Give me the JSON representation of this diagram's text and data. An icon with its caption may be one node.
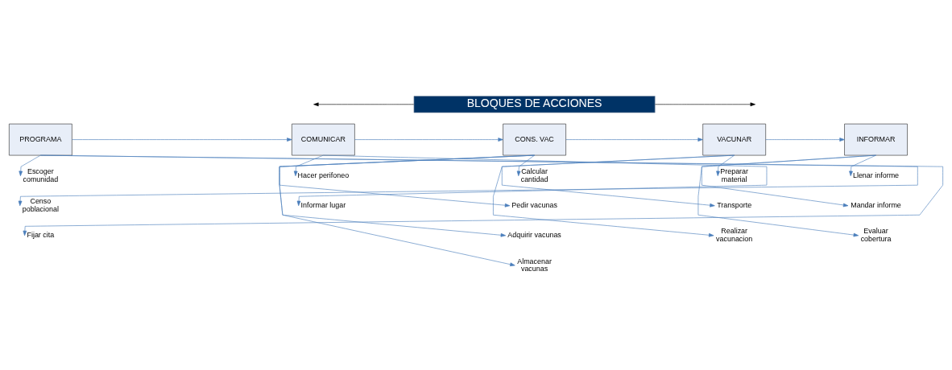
{
  "diagram": {
    "nodes": [
      {
        "text": [
          "BLOQUES DE ACCIONES"
        ]
      },
      {
        "text": [
          "PROGRAMA"
        ]
      },
      {
        "text": [
          "COMUNICAR"
        ]
      },
      {
        "text": [
          "CONS. VAC"
        ]
      },
      {
        "text": [
          "VACUNAR"
        ]
      },
      {
        "text": [
          "INFORMAR"
        ]
      },
      {
        "text": [
          "Escoger comunidad"
        ]
      },
      {
        "text": [
          "Censo poblacional"
        ]
      },
      {
        "text": [
          "Fijar cita"
        ]
      },
      {
        "text": [
          "Hacer perifoneo"
        ]
      },
      {
        "text": [
          "Informar lugar"
        ]
      },
      {
        "text": [
          "Calcular cantidad"
        ]
      },
      {
        "text": [
          "Pedir vacunas"
        ]
      },
      {
        "text": [
          "Adquirir vacunas"
        ]
      },
      {
        "text": [
          "Almacenar vacunas"
        ]
      },
      {
        "text": [
          "Preparar material"
        ]
      },
      {
        "text": [
          "Transporte"
        ]
      },
      {
        "text": [
          "Realizar vacunacion"
        ]
      },
      {
        "text": [
          "Llenar informe"
        ]
      },
      {
        "text": [
          "Mandar informe"
        ]
      },
      {
        "text": [
          "Evaluar cobertura"
        ]
      }
    ],
    "edges": [
      {
        "from": 0,
        "to": null,
        "arrow": "to",
        "color": "#000000"
      },
      {
        "from": 0,
        "to": null,
        "arrow": "to",
        "color": "#000000"
      },
      {
        "from": 1,
        "to": 2,
        "arrow": "to"
      },
      {
        "from": 2,
        "to": 3,
        "arrow": "to"
      },
      {
        "from": 3,
        "to": 4,
        "arrow": "to"
      },
      {
        "from": 4,
        "to": 5,
        "arrow": "to"
      },
      {
        "from": 1,
        "to": 6,
        "arrow": "to"
      },
      {
        "from": 1,
        "to": 7,
        "arrow": "to"
      },
      {
        "from": 1,
        "to": 8,
        "arrow": "to"
      },
      {
        "from": 2,
        "to": 9,
        "arrow": "to"
      },
      {
        "from": 2,
        "to": 10,
        "arrow": "to"
      },
      {
        "from": 3,
        "to": 11,
        "arrow": "to"
      },
      {
        "from": 3,
        "to": 12,
        "arrow": "to"
      },
      {
        "from": 3,
        "to": 13,
        "arrow": "to"
      },
      {
        "from": 3,
        "to": 14,
        "arrow": "to"
      },
      {
        "from": 4,
        "to": 15,
        "arrow": "to"
      },
      {
        "from": 4,
        "to": 16,
        "arrow": "to"
      },
      {
        "from": 4,
        "to": 17,
        "arrow": "to"
      },
      {
        "from": 5,
        "to": 18,
        "arrow": "to"
      },
      {
        "from": 5,
        "to": 19,
        "arrow": "to"
      },
      {
        "from": 5,
        "to": 20,
        "arrow": "to"
      }
    ]
  }
}
